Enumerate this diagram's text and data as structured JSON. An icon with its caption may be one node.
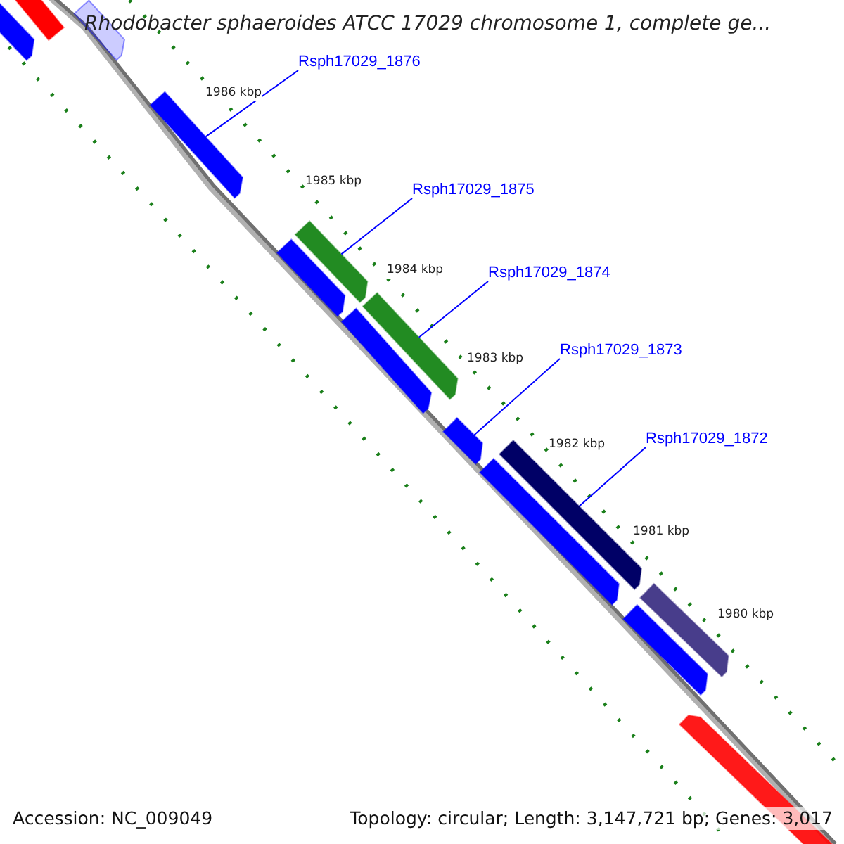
{
  "diagram": {
    "title": "Rhodobacter sphaeroides ATCC 17029 chromosome 1, complete ge...",
    "nodes": [
      {
        "text": [
          "Rsph17029_1876"
        ]
      },
      {
        "text": [
          "Rsph17029_1875"
        ]
      },
      {
        "text": [
          "Rsph17029_1874"
        ]
      },
      {
        "text": [
          "Rsph17029_1873"
        ]
      },
      {
        "text": [
          "Rsph17029_1872"
        ]
      },
      {
        "text": [],
        "shape": "bar"
      },
      {
        "text": [],
        "shape": "bar"
      },
      {
        "text": [],
        "shape": "bar"
      },
      {
        "text": [],
        "shape": "bar"
      },
      {
        "text": [],
        "shape": "bar"
      },
      {
        "text": [],
        "shape": "bar"
      },
      {
        "text": [],
        "shape": "bar"
      },
      {
        "text": [],
        "shape": "bar"
      },
      {
        "text": [],
        "shape": "bar"
      },
      {
        "text": [],
        "shape": "bar"
      },
      {
        "text": [],
        "shape": "bar"
      },
      {
        "text": [],
        "shape": "bar"
      },
      {
        "text": [],
        "shape": "bar"
      },
      {
        "text": [],
        "shape": "bar"
      }
    ],
    "edges": [
      {
        "from": 0,
        "to": 8,
        "arrow": "none"
      },
      {
        "from": 1,
        "to": 9,
        "arrow": "none"
      },
      {
        "from": 2,
        "to": 11,
        "arrow": "none"
      },
      {
        "from": 3,
        "to": 13,
        "arrow": "none"
      },
      {
        "from": 4,
        "to": 14,
        "arrow": "none"
      }
    ],
    "labels": [
      "1986 kbp",
      "1985 kbp",
      "1984 kbp",
      "1983 kbp",
      "1982 kbp",
      "1981 kbp",
      "1980 kbp",
      "Accession: NC_009049",
      "Topology: circular; Length: 3,147,721 bp; Genes: 3,017"
    ]
  }
}
